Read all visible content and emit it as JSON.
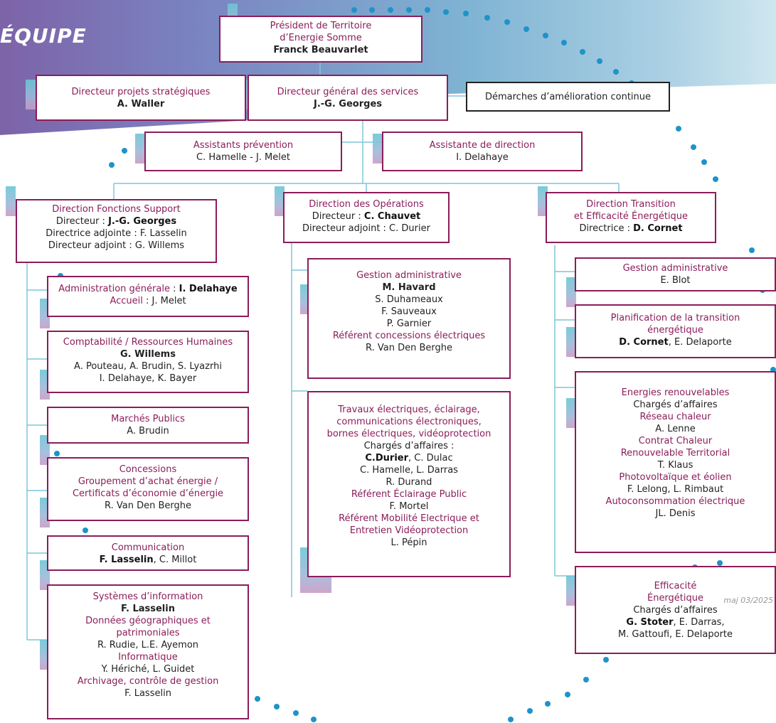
{
  "banner_title": "ÉQUIPE",
  "footer": "maj 03/2025",
  "colors": {
    "title": "#8b1d5a",
    "line": "#7fc6d9",
    "dot": "#1e93c9"
  },
  "president": {
    "title1": "Président de Territoire",
    "title2": "d’Energie Somme",
    "name": "Franck Beauvarlet"
  },
  "projets": {
    "title": "Directeur projets stratégiques",
    "name": "A. Waller"
  },
  "dgs": {
    "title": "Directeur général des services",
    "name": "J.-G. Georges"
  },
  "amelioration": {
    "label": "Démarches d’amélioration continue"
  },
  "assistants": {
    "title": "Assistants prévention",
    "names": "C. Hamelle - J. Melet"
  },
  "assistante": {
    "title": "Assistante de direction",
    "names": "I. Delahaye"
  },
  "support": {
    "title": "Direction Fonctions Support",
    "l1a": "Directeur : ",
    "l1b": "J.-G. Georges",
    "l2": "Directrice adjointe : F. Lasselin",
    "l3": "Directeur adjoint : G. Willems",
    "admin": {
      "t1": "Administration générale",
      "sep": " : ",
      "n1": "I. Delahaye",
      "t2": "Accueil",
      "n2": " : J. Melet"
    },
    "compta": {
      "title": "Comptabilité / Ressources Humaines",
      "lead": "G. Willems",
      "l1": "A. Pouteau, A. Brudin, S. Lyazrhi",
      "l2": "I. Delahaye, K. Bayer"
    },
    "marches": {
      "title": "Marchés Publics",
      "names": "A. Brudin"
    },
    "concessions": {
      "t1": "Concessions",
      "t2": "Groupement d’achat énergie /",
      "t3": "Certificats d’économie d’énergie",
      "names": "R. Van Den Berghe"
    },
    "communication": {
      "title": "Communication",
      "lead": "F. Lasselin",
      "rest": ", C. Millot"
    },
    "si": {
      "title": "Systèmes d’information",
      "lead": "F. Lasselin",
      "t2": "Données géographiques et",
      "t3": "patrimoniales",
      "n2": "R. Rudie, L.E. Ayemon",
      "t4": "Informatique",
      "n3": "Y. Hériché, L. Guidet",
      "t5": "Archivage, contrôle de gestion",
      "n4": "F. Lasselin"
    }
  },
  "operations": {
    "title": "Direction des Opérations",
    "l1a": "Directeur : ",
    "l1b": "C. Chauvet",
    "l2": "Directeur adjoint :  C. Durier",
    "gestion": {
      "title": "Gestion administrative",
      "lead": "M. Havard",
      "l1": "S. Duhameaux",
      "l2": "F. Sauveaux",
      "l3": "P. Garnier",
      "t2": "Référent concessions électriques",
      "n2": "R. Van Den Berghe"
    },
    "travaux": {
      "t1": "Travaux électriques, éclairage,",
      "t2": "communications électroniques,",
      "t3": "bornes électriques, vidéoprotection",
      "c1": "Chargés d’affaires :",
      "lead": "C.Durier",
      "r1": ", C. Dulac",
      "l2": "C. Hamelle, L. Darras",
      "l3": "R. Durand",
      "t4": "Référent Éclairage Public",
      "n4": "F. Mortel",
      "t5": "Référent Mobilité Electrique et",
      "t6": "Entretien Vidéoprotection",
      "n5": "L. Pépin"
    }
  },
  "transition": {
    "title1": "Direction Transition",
    "title2": "et Efficacité Énergétique",
    "l1a": "Directrice : ",
    "l1b": "D. Cornet",
    "gestion": {
      "title": "Gestion administrative",
      "names": "E. Blot"
    },
    "planif": {
      "t1": "Planification de la transition",
      "t2": "énergétique",
      "lead": "D. Cornet",
      "rest": ", E. Delaporte"
    },
    "enr": {
      "t1": "Energies renouvelables",
      "c1": "Chargés d’affaires",
      "t2": "Réseau chaleur",
      "n2": "A. Lenne",
      "t3": "Contrat Chaleur",
      "t4": "Renouvelable Territorial",
      "n3": "T. Klaus",
      "t5": "Photovoltaïque et éolien",
      "n4": "F. Lelong, L. Rimbaut",
      "t6": "Autoconsommation électrique",
      "n5": "JL. Denis"
    },
    "efficacite": {
      "t1": "Efficacité",
      "t2": "Énergétique",
      "c1": "Chargés d’affaires",
      "lead": "G. Stoter",
      "rest": ", E. Darras,",
      "l2": "M. Gattoufi, E. Delaporte"
    }
  }
}
